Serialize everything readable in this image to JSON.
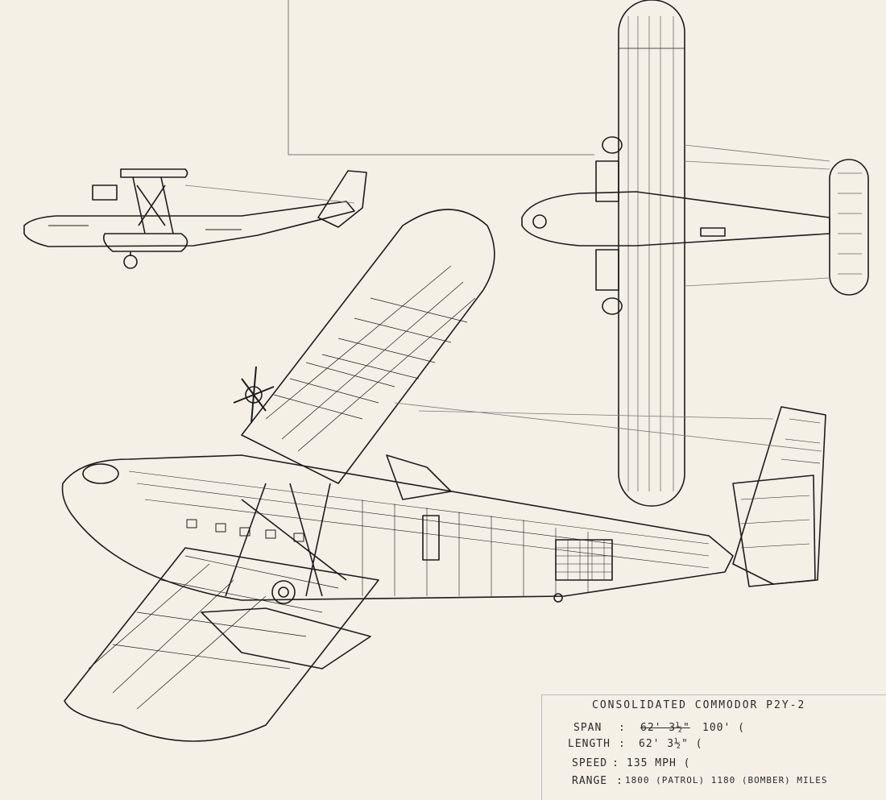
{
  "caption": {
    "title": "CONSOLIDATED COMMODOR P2Y-2",
    "specs": [
      {
        "label": "SPAN",
        "sep": ":",
        "struck_value": "62' 3½\"",
        "value": "100' ("
      },
      {
        "label": "LENGTH",
        "sep": ":",
        "struck_value": "",
        "value": "62' 3½\" ("
      },
      {
        "label": "SPEED",
        "sep": ":",
        "struck_value": "",
        "value": "135 MPH ("
      },
      {
        "label": "RANGE",
        "sep": ":",
        "struck_value": "",
        "value": "1800 (PATROL) 1180 (BOMBER) MILES"
      }
    ]
  },
  "colors": {
    "paper": "#f4f0e6",
    "ink": "#1c1c1c",
    "faint_line": "#9a9a9a"
  }
}
